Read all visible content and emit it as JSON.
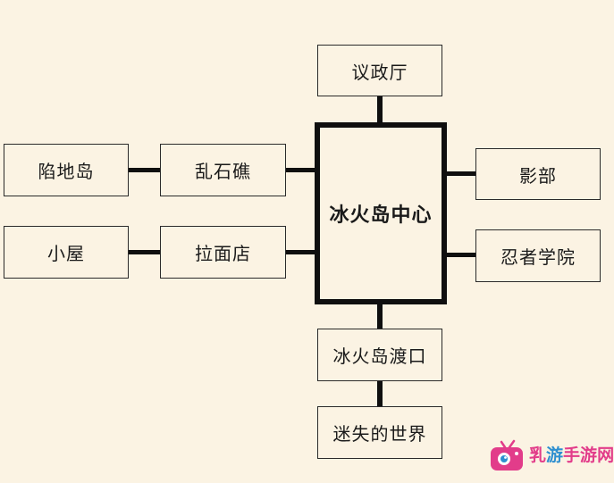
{
  "diagram": {
    "center": "冰火岛中心",
    "top": "议政厅",
    "left_inner": [
      "乱石礁",
      "拉面店"
    ],
    "left_outer": [
      "陷地岛",
      "小屋"
    ],
    "right": [
      "影部",
      "忍者学院"
    ],
    "bottom": [
      "冰火岛渡口",
      "迷失的世界"
    ]
  },
  "watermark": {
    "chars": [
      "乳",
      "游",
      "手",
      "游",
      "网"
    ],
    "icon": "tv-logo-icon",
    "colors": {
      "pink": "#e23c8a",
      "blue": "#2e8fd0"
    }
  },
  "colors": {
    "background": "#fbf3e3",
    "line": "#0f0f0f",
    "box_border": "#2a2a2a"
  }
}
